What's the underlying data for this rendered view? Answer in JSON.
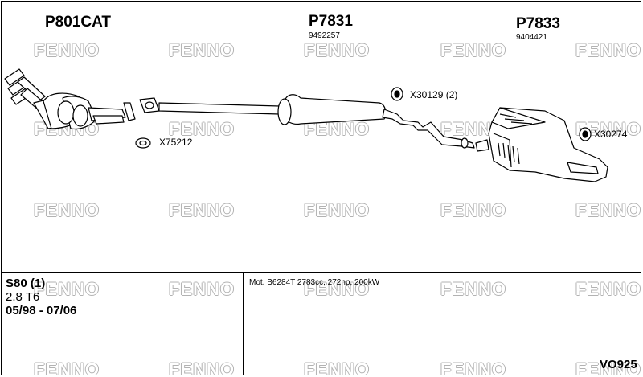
{
  "watermark": "FENNO",
  "parts": {
    "cat": {
      "code": "P801CAT"
    },
    "middle": {
      "code": "P7831",
      "number": "9492257"
    },
    "rear": {
      "code": "P7833",
      "number": "9404421"
    }
  },
  "refs": {
    "gasket": "X75212",
    "rubber": "X30129 (2)",
    "hanger": "X30274"
  },
  "vehicle": {
    "model": "S80 (1)",
    "engine_short": "2.8 T6",
    "years": "05/98 - 07/06",
    "engine_detail": "Mot. B6284T 2783cc, 272hp, 200kW",
    "code": "VO925"
  },
  "colors": {
    "line": "#000000",
    "fill": "#ffffff",
    "watermark_outline": "#b4b4b4"
  }
}
